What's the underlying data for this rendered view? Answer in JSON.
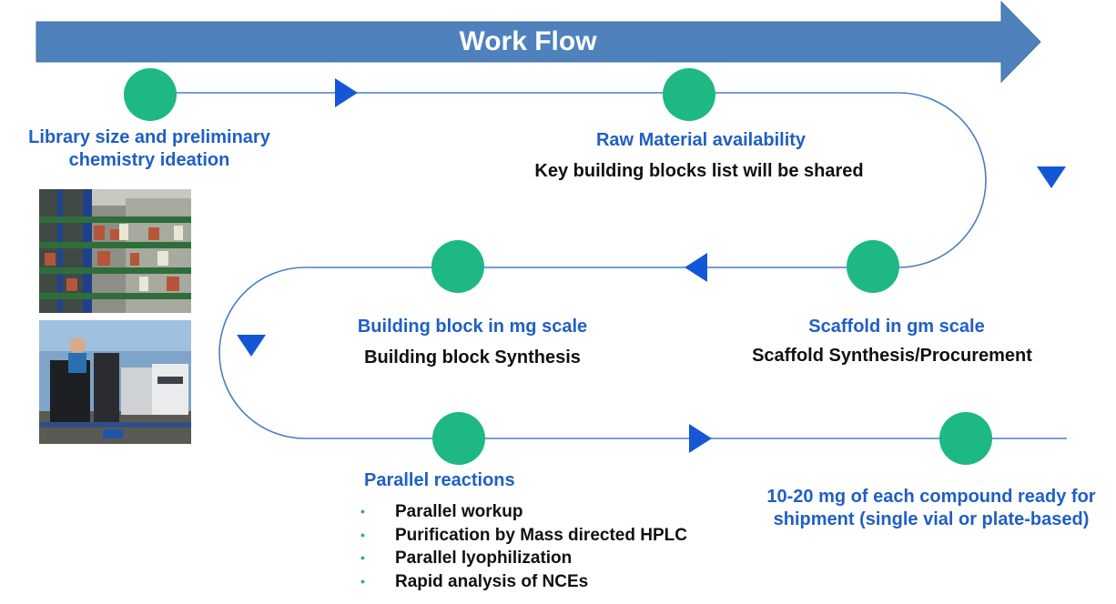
{
  "banner": {
    "title": "Work Flow",
    "color": "#4f81bd"
  },
  "colors": {
    "node": "#1db884",
    "line": "#4a7fc1",
    "arrow": "#1357d6",
    "label_blue": "#1f5fc4"
  },
  "steps": [
    {
      "title_lines": [
        "Library size  and preliminary",
        "chemistry ideation"
      ]
    },
    {
      "title": "Raw Material availability",
      "detail": "Key building blocks list will be shared"
    },
    {
      "title": "Scaffold in gm scale",
      "detail": "Scaffold Synthesis/Procurement"
    },
    {
      "title": "Building block in mg scale",
      "detail": "Building block Synthesis"
    },
    {
      "title": "Parallel reactions",
      "bullets": [
        "Parallel workup",
        "Purification by Mass directed HPLC",
        "Parallel lyophilization",
        "Rapid analysis of NCEs"
      ]
    },
    {
      "title_lines": [
        "10-20 mg of each compound ready for",
        "shipment (single vial or plate-based)"
      ]
    }
  ],
  "photos": [
    {
      "name": "warehouse-shelves-photo"
    },
    {
      "name": "laboratory-equipment-photo"
    }
  ]
}
